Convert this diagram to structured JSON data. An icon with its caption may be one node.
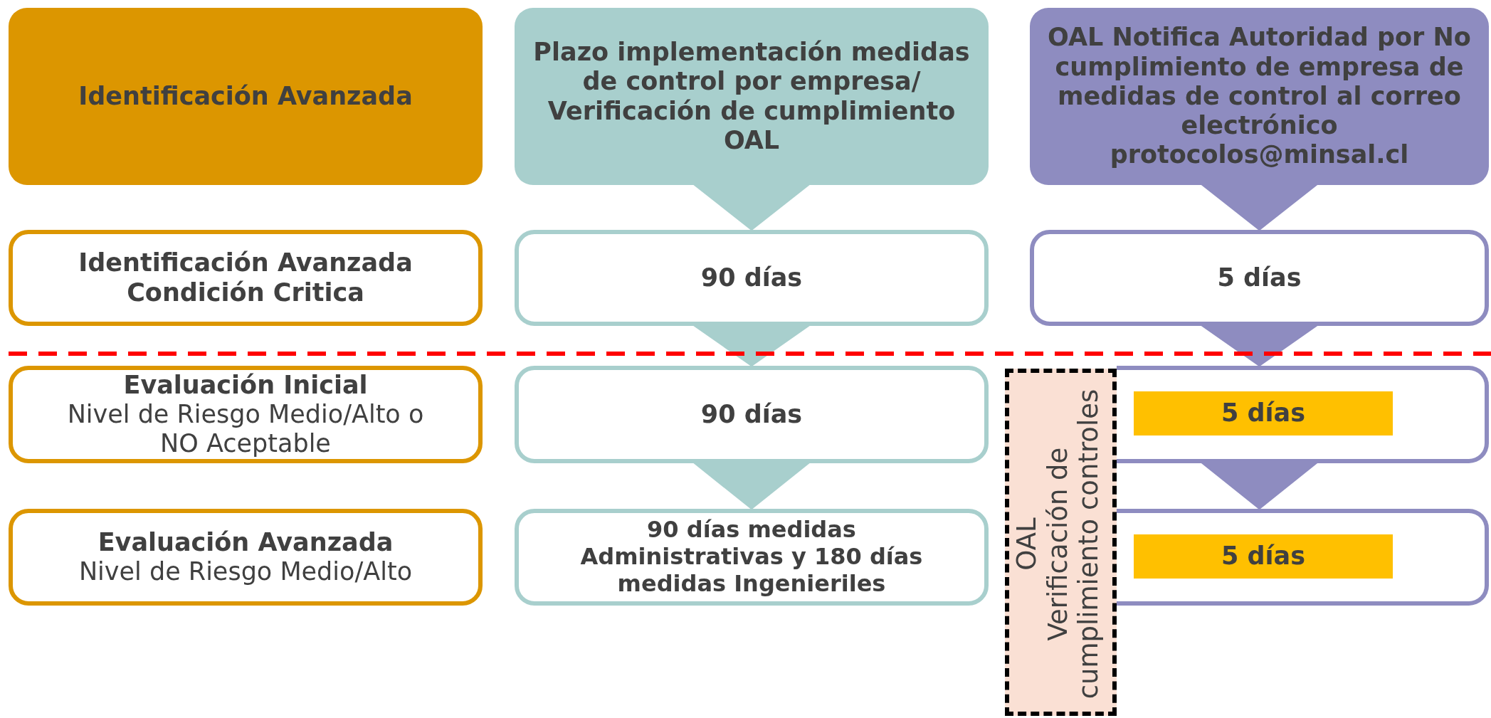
{
  "diagram": {
    "nodes": [
      {
        "text": [
          "Identificación Avanzada"
        ]
      },
      {
        "text": [
          "Plazo implementación medidas de control por empresa/ Verificación de cumplimiento OAL"
        ]
      },
      {
        "text": [
          "OAL Notifica Autoridad por No cumplimiento de empresa de medidas de control al correo electrónico protocolos@minsal.cl"
        ]
      },
      {
        "text": [
          "Identificación Avanzada Condición Critica"
        ]
      },
      {
        "text": [
          "90 días"
        ]
      },
      {
        "text": [
          "5 días"
        ]
      },
      {
        "text": [
          "Evaluación Inicial",
          "Nivel de Riesgo Medio/Alto o NO Aceptable"
        ]
      },
      {
        "text": [
          "90 días"
        ]
      },
      {
        "text": [
          "OAL",
          "Verificación de cumplimiento controles"
        ]
      },
      {
        "text": [],
        "shape": "box"
      },
      {
        "text": [
          "5 días"
        ],
        "in": 9
      },
      {
        "text": [
          "Evaluación Avanzada",
          "Nivel de Riesgo Medio/Alto"
        ]
      },
      {
        "text": [
          "90 días medidas Administrativas y 180 días medidas Ingenieriles"
        ]
      },
      {
        "text": [],
        "shape": "box"
      },
      {
        "text": [
          "5 días"
        ],
        "in": 13
      }
    ],
    "edges": [
      {
        "from": 1,
        "to": 4,
        "arrow": "to"
      },
      {
        "from": 4,
        "to": 7,
        "arrow": "to"
      },
      {
        "from": 7,
        "to": 12,
        "arrow": "to"
      },
      {
        "from": 2,
        "to": 5,
        "arrow": "to",
        "color": "#8e8cc0"
      },
      {
        "from": 5,
        "to": 9,
        "arrow": "to",
        "color": "#8e8cc0"
      },
      {
        "from": 9,
        "to": 13,
        "arrow": "to",
        "color": "#8e8cc0"
      }
    ]
  }
}
